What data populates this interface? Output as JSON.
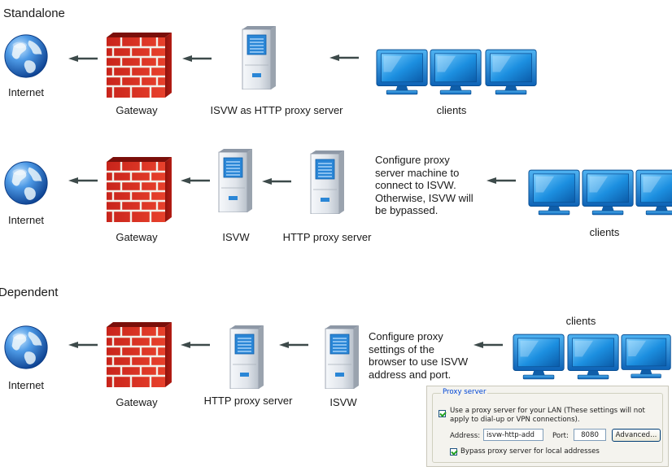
{
  "sections": {
    "standalone": {
      "title": "Standalone"
    },
    "dependent": {
      "title": "Dependent"
    }
  },
  "row1": {
    "internet": "Internet",
    "gateway": "Gateway",
    "server": "ISVW as HTTP proxy server",
    "clients": "clients"
  },
  "row2": {
    "internet": "Internet",
    "gateway": "Gateway",
    "isvw": "ISVW",
    "proxy": "HTTP proxy server",
    "note": [
      "Configure proxy",
      "server machine to",
      "connect to ISVW.",
      "Otherwise, ISVW will",
      "be bypassed."
    ],
    "clients": "clients"
  },
  "row3": {
    "internet": "Internet",
    "gateway": "Gateway",
    "proxy": "HTTP proxy server",
    "isvw": "ISVW",
    "note": [
      "Configure proxy",
      "settings of the",
      "browser to use ISVW",
      "address and port."
    ],
    "clients": "clients"
  },
  "proxy_panel": {
    "legend": "Proxy server",
    "use_proxy_label": "Use a proxy server for your LAN (These settings will not apply to dial-up or VPN connections).",
    "use_proxy_checked": true,
    "address_label": "Address:",
    "address_value": "isvw-http-add",
    "port_label": "Port:",
    "port_value": "8080",
    "advanced_label": "Advanced...",
    "bypass_label": "Bypass proxy server for local addresses",
    "bypass_checked": true
  }
}
